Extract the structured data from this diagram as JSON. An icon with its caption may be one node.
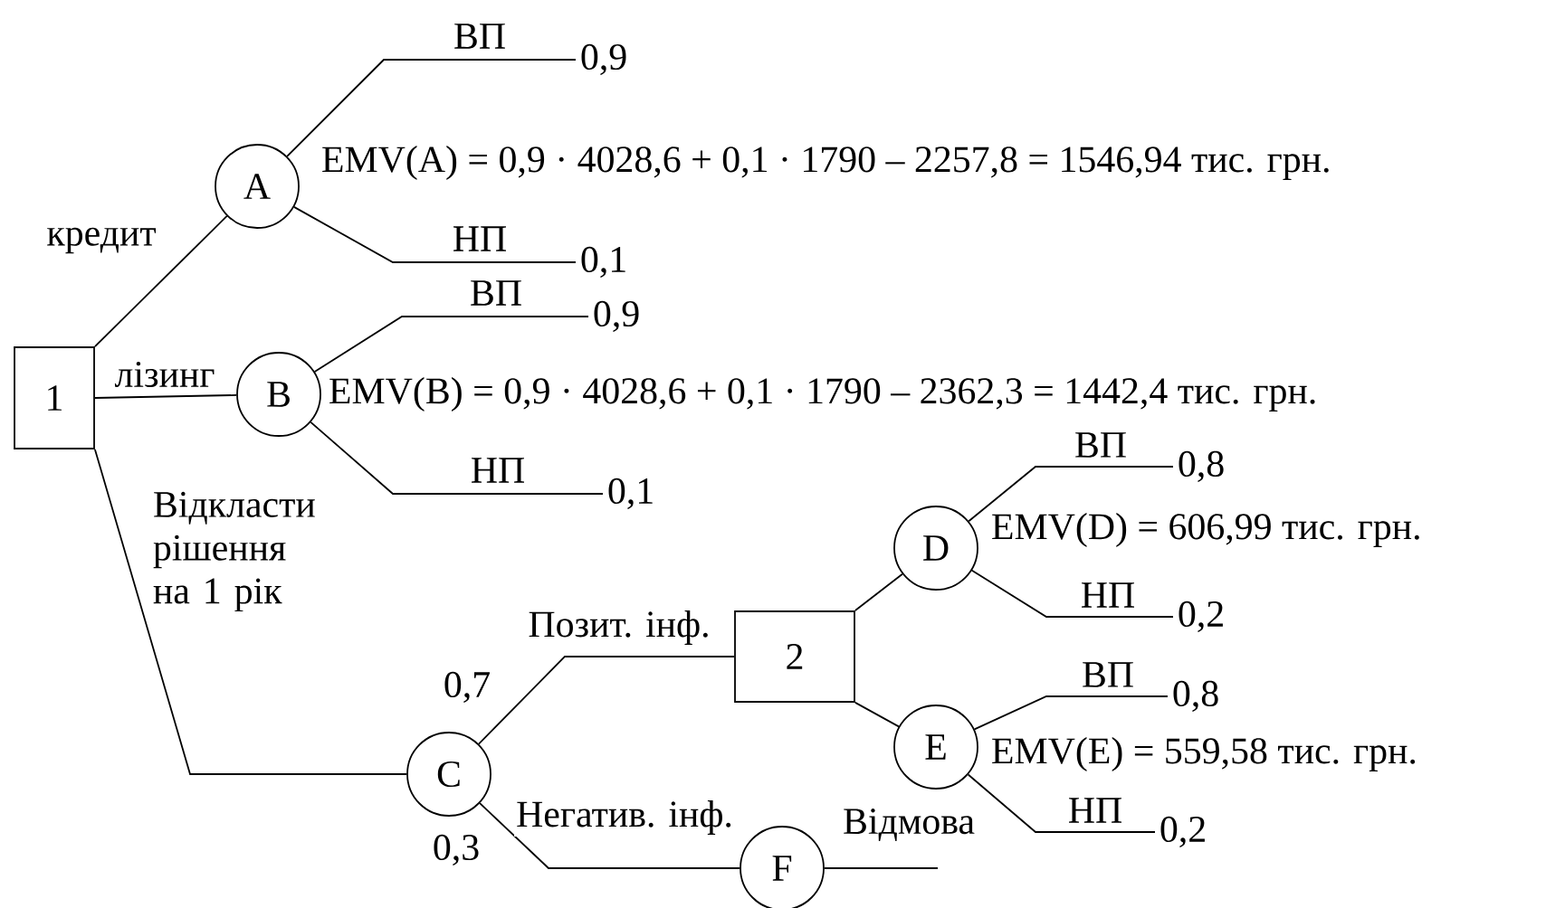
{
  "diagram": {
    "nodes": [
      {
        "text": [
          "1"
        ]
      },
      {
        "text": [
          "A"
        ],
        "beside": [
          "EMV(A) = 0,9 · 4028,6 + 0,1 · 1790 – 2257,8 = 1546,94 тис. грн."
        ]
      },
      {
        "text": [
          "B"
        ],
        "beside": [
          "EMV(B) = 0,9 · 4028,6 + 0,1 · 1790 – 2362,3 = 1442,4 тис. грн."
        ]
      },
      {
        "text": [
          "C"
        ]
      },
      {
        "text": [
          "2"
        ]
      },
      {
        "text": [
          "D"
        ],
        "beside": [
          "EMV(D) = 606,99 тис. грн."
        ]
      },
      {
        "text": [
          "E"
        ],
        "beside": [
          "EMV(E) = 559,58 тис. грн."
        ]
      },
      {
        "text": [
          "F"
        ]
      },
      {
        "text": [
          "0,9"
        ]
      },
      {
        "text": [
          "0,1"
        ]
      },
      {
        "text": [
          "0,9"
        ]
      },
      {
        "text": [
          "0,1"
        ]
      },
      {
        "text": [
          "0,8"
        ]
      },
      {
        "text": [
          "0,2"
        ]
      },
      {
        "text": [
          "0,8"
        ]
      },
      {
        "text": [
          "0,2"
        ]
      }
    ],
    "edges": [
      {
        "from": 0,
        "to": 1,
        "arrow": "none",
        "label": "кредит"
      },
      {
        "from": 0,
        "to": 2,
        "arrow": "none",
        "label": "лізинг"
      },
      {
        "from": 0,
        "to": 3,
        "arrow": "none",
        "label": "Відкласти рішення на 1 рік"
      },
      {
        "from": 1,
        "to": 8,
        "arrow": "none",
        "label": "ВП"
      },
      {
        "from": 1,
        "to": 9,
        "arrow": "none",
        "label": "НП"
      },
      {
        "from": 2,
        "to": 10,
        "arrow": "none",
        "label": "ВП"
      },
      {
        "from": 2,
        "to": 11,
        "arrow": "none",
        "label": "НП"
      },
      {
        "from": 3,
        "to": 4,
        "arrow": "none",
        "label": "Позит. інф."
      },
      {
        "from": 3,
        "to": 7,
        "arrow": "none",
        "label": "Негатив. інф."
      },
      {
        "from": 4,
        "to": 5,
        "arrow": "none"
      },
      {
        "from": 4,
        "to": 6,
        "arrow": "none"
      },
      {
        "from": 5,
        "to": 12,
        "arrow": "none",
        "label": "ВП"
      },
      {
        "from": 5,
        "to": 13,
        "arrow": "none",
        "label": "НП"
      },
      {
        "from": 6,
        "to": 14,
        "arrow": "none",
        "label": "ВП"
      },
      {
        "from": 6,
        "to": 15,
        "arrow": "none",
        "label": "НП"
      },
      {
        "from": 7,
        "to": null,
        "arrow": "none",
        "label": "Відмова"
      }
    ],
    "labels": [
      "0,7",
      "0,3"
    ]
  }
}
